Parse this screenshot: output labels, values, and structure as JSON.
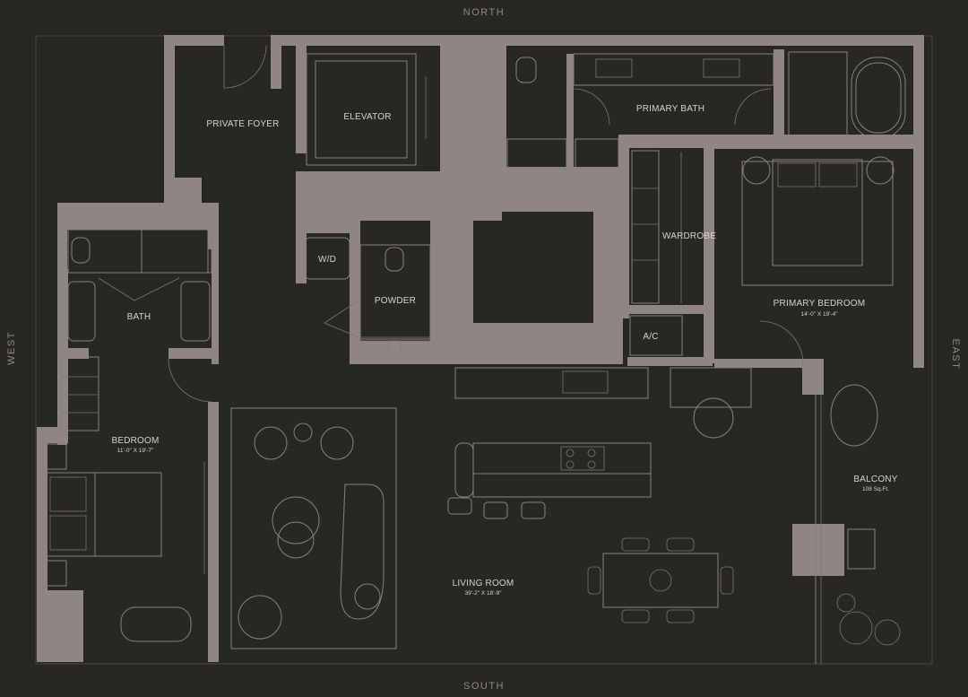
{
  "compass": {
    "north": "NORTH",
    "south": "SOUTH",
    "east": "EAST",
    "west": "WEST"
  },
  "rooms": {
    "private_foyer": "PRIVATE FOYER",
    "elevator": "ELEVATOR",
    "primary_bath": "PRIMARY BATH",
    "wardrobe": "WARDROBE",
    "wd": "W/D",
    "powder": "POWDER",
    "bath": "BATH",
    "ac": "A/C",
    "primary_bedroom": "PRIMARY BEDROOM",
    "primary_bedroom_dim": "14'-0\" X 19'-4\"",
    "bedroom": "BEDROOM",
    "bedroom_dim": "11'-0\" X 19'-7\"",
    "living_room": "LIVING ROOM",
    "living_room_dim": "39'-2\" X 18'-9\"",
    "balcony": "BALCONY",
    "balcony_dim": "108 Sq.Ft."
  },
  "colors": {
    "background": "#272822",
    "walls": "#8f8582",
    "lines": "#8a807b",
    "text": "#d7d1cc"
  }
}
